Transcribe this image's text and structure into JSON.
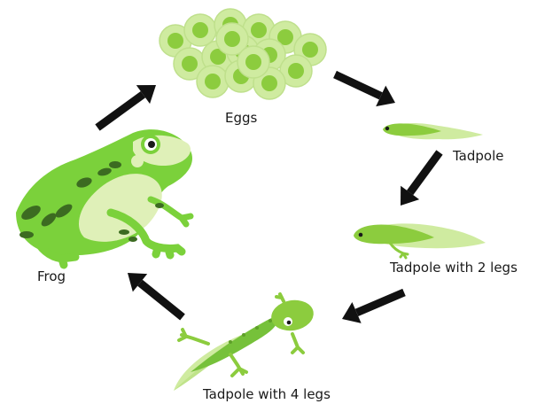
{
  "stages": {
    "eggs": "Eggs",
    "tadpole": "Tadpole",
    "tadpole_2_legs": "Tadpole with 2 legs",
    "tadpole_4_legs": "Tadpole with 4 legs",
    "frog": "Frog"
  },
  "colors": {
    "arrow": "#111111",
    "light_green": "#cfeba0",
    "mid_green": "#8ccc3e",
    "bright_green": "#76c13a",
    "dark_green": "#5f9f2a",
    "frog_green": "#7bd13b",
    "belly": "#dff0b8",
    "spots": "#3c6b21"
  }
}
